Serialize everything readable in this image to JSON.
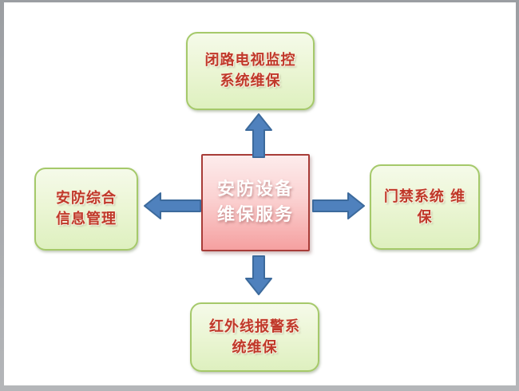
{
  "page": {
    "frame_color": "#a7a9ac",
    "slide_background": "#ffffff"
  },
  "diagram": {
    "center_node": {
      "lines": [
        "安防设备",
        "维保服务"
      ],
      "fill_top": "#fdecec",
      "fill_bottom": "#f5a0a0",
      "border_color": "#a83c38",
      "text_color": "#ffffff"
    },
    "top_node": {
      "lines": [
        "闭路电视监控",
        "系统维保"
      ]
    },
    "left_node": {
      "lines": [
        "安防综合",
        "信息管理"
      ]
    },
    "right_node": {
      "lines": [
        "门禁系统 维",
        "保"
      ]
    },
    "bottom_node": {
      "lines": [
        "红外线报警系",
        "统维保"
      ]
    },
    "green_node_style": {
      "fill_top": "#f5fae9",
      "fill_bottom": "#def0bf",
      "border_color": "#a5c96a",
      "text_color": "#c0382a"
    },
    "arrow_style": {
      "fill_color": "#4f81bd",
      "border_color": "#3c6a9c"
    }
  }
}
